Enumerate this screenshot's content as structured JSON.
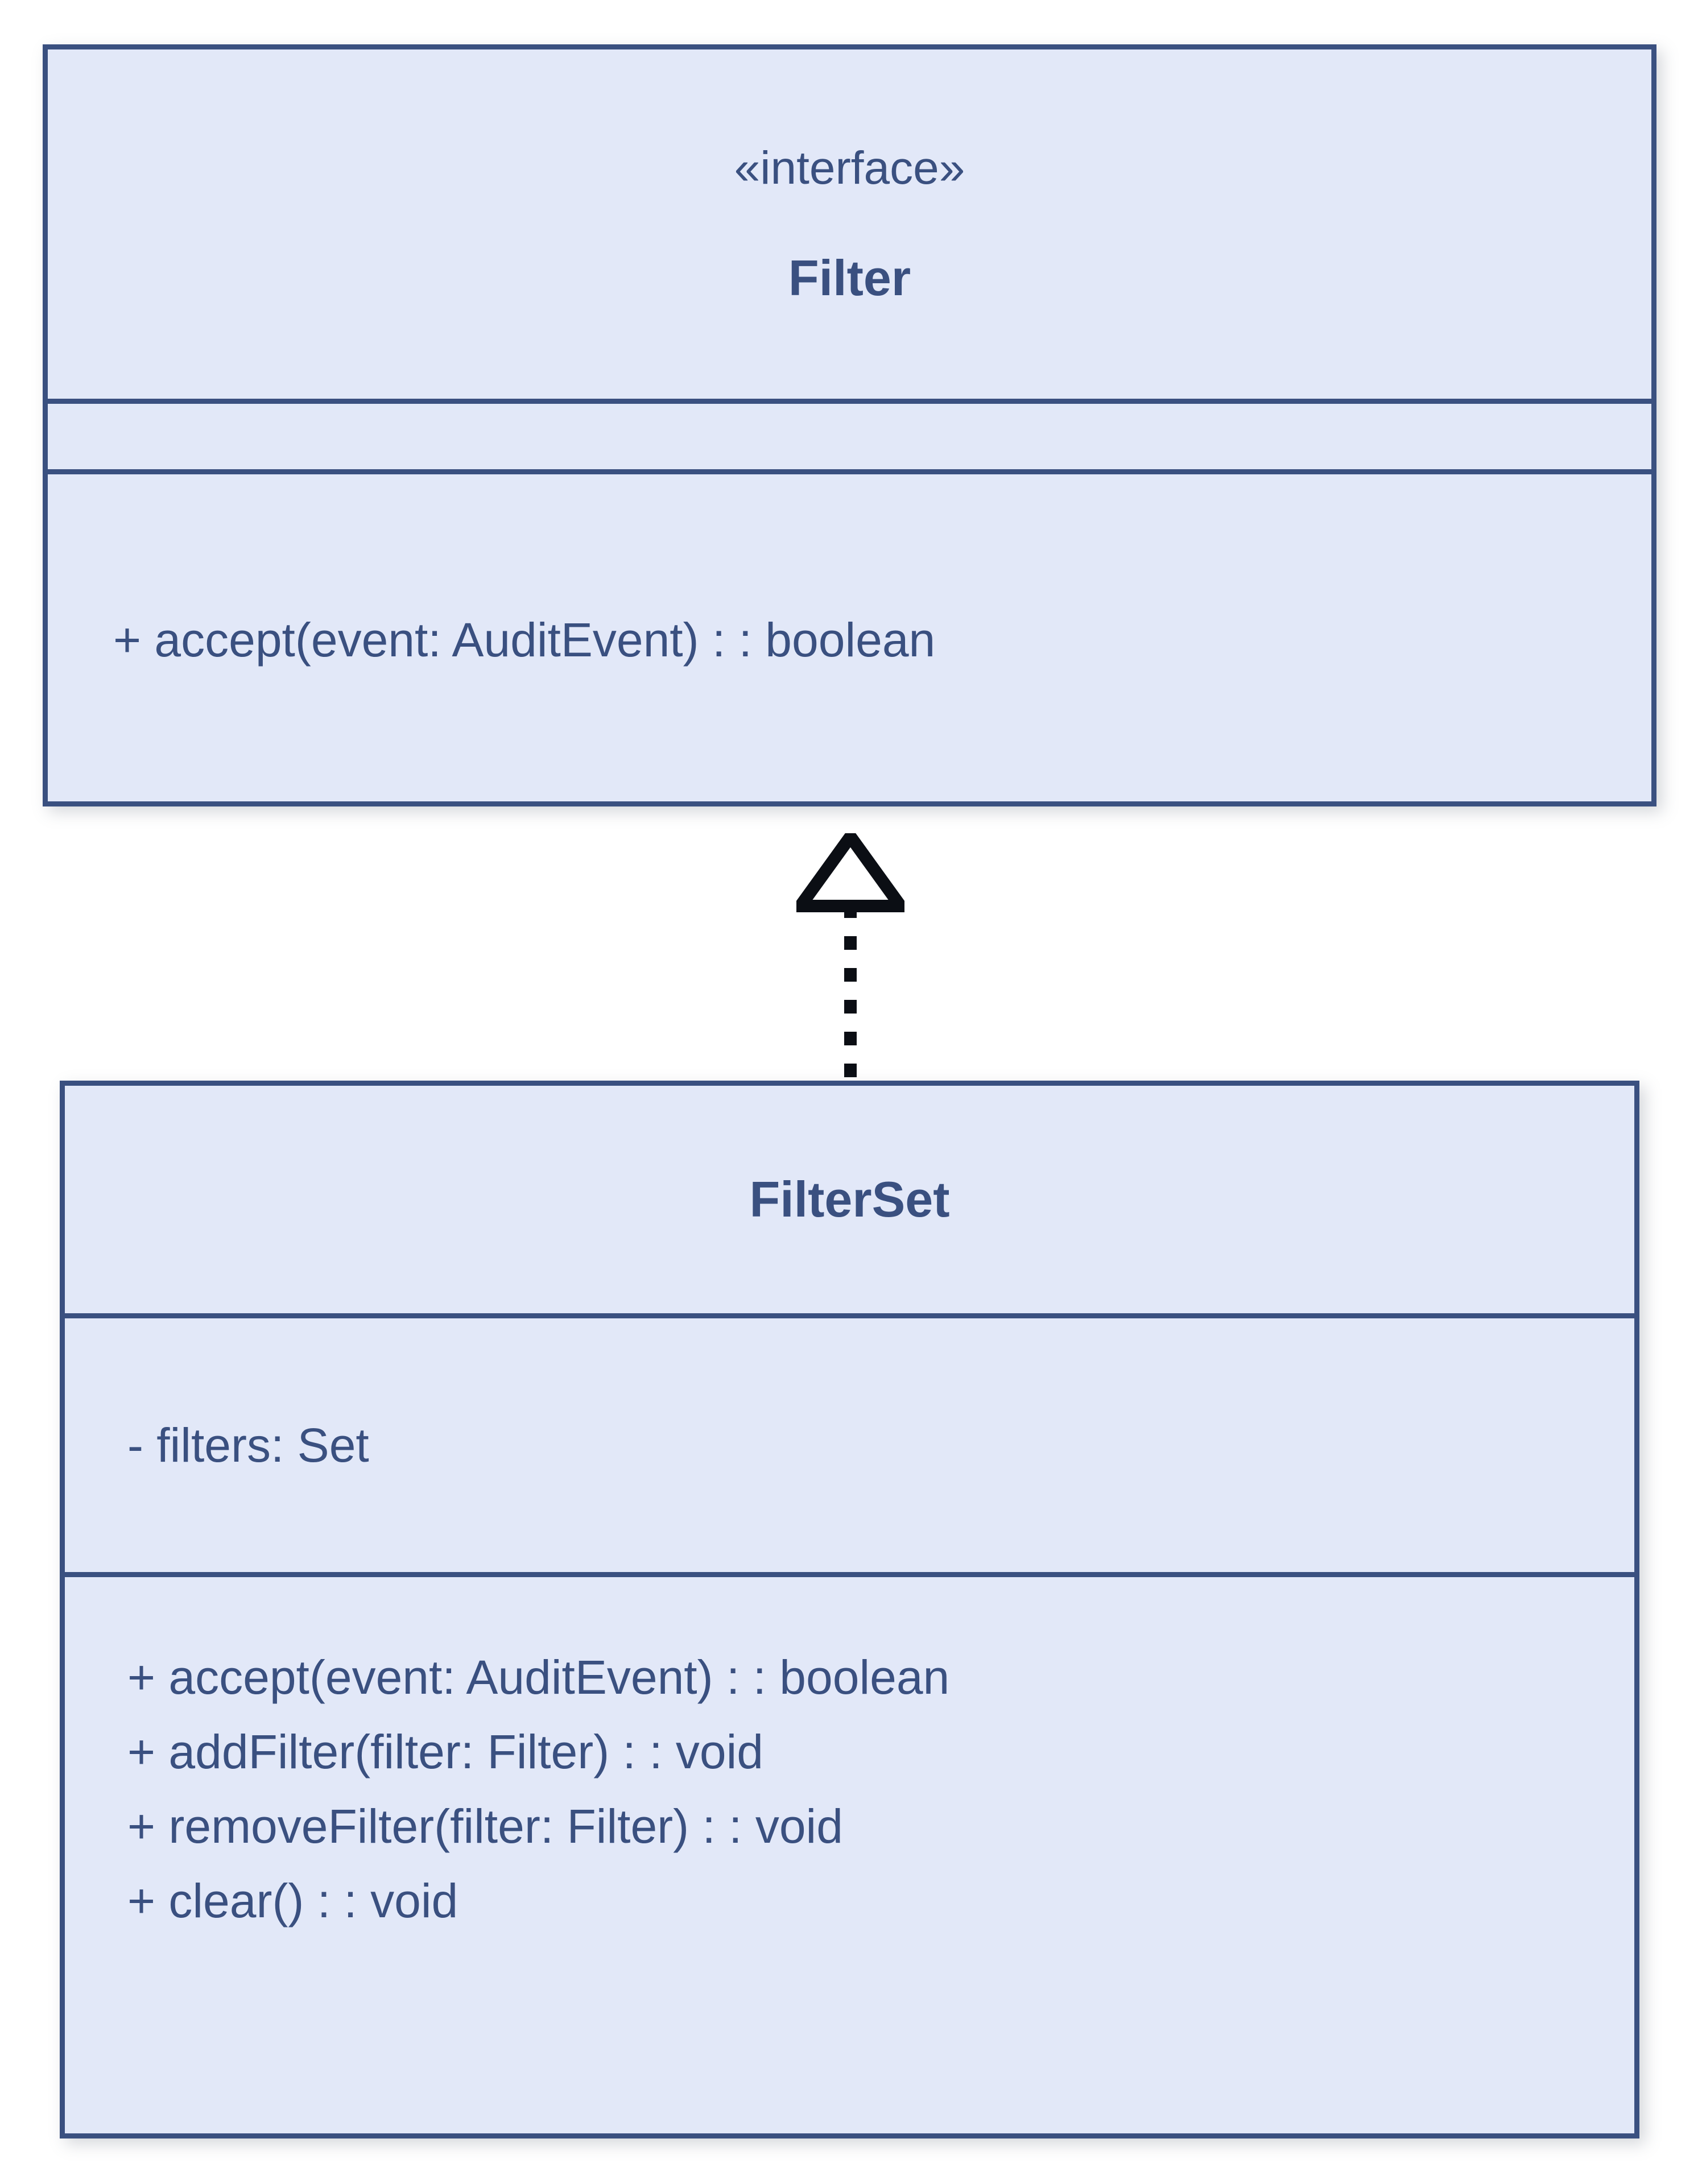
{
  "diagram": {
    "kind": "uml-class-diagram",
    "background_color": "#ffffff",
    "classes": [
      {
        "id": "filter",
        "stereotype": "«interface»",
        "name": "Filter",
        "attributes": [],
        "methods": [
          "+ accept(event: AuditEvent) : : boolean"
        ]
      },
      {
        "id": "filterset",
        "stereotype": "",
        "name": "FilterSet",
        "attributes": [
          "- filters: Set"
        ],
        "methods": [
          "+ accept(event: AuditEvent) : : boolean",
          "+ addFilter(filter: Filter) : : void",
          "+ removeFilter(filter: Filter) : : void",
          "+ clear() : : void"
        ]
      }
    ],
    "relationships": [
      {
        "type": "realization",
        "from": "FilterSet",
        "to": "Filter",
        "line_style": "dotted",
        "arrow_head": "hollow-triangle"
      }
    ],
    "colors": {
      "class_fill": "#e2e8f8",
      "class_border": "#3a5080",
      "text": "#3a5080",
      "connector": "#000000"
    }
  }
}
